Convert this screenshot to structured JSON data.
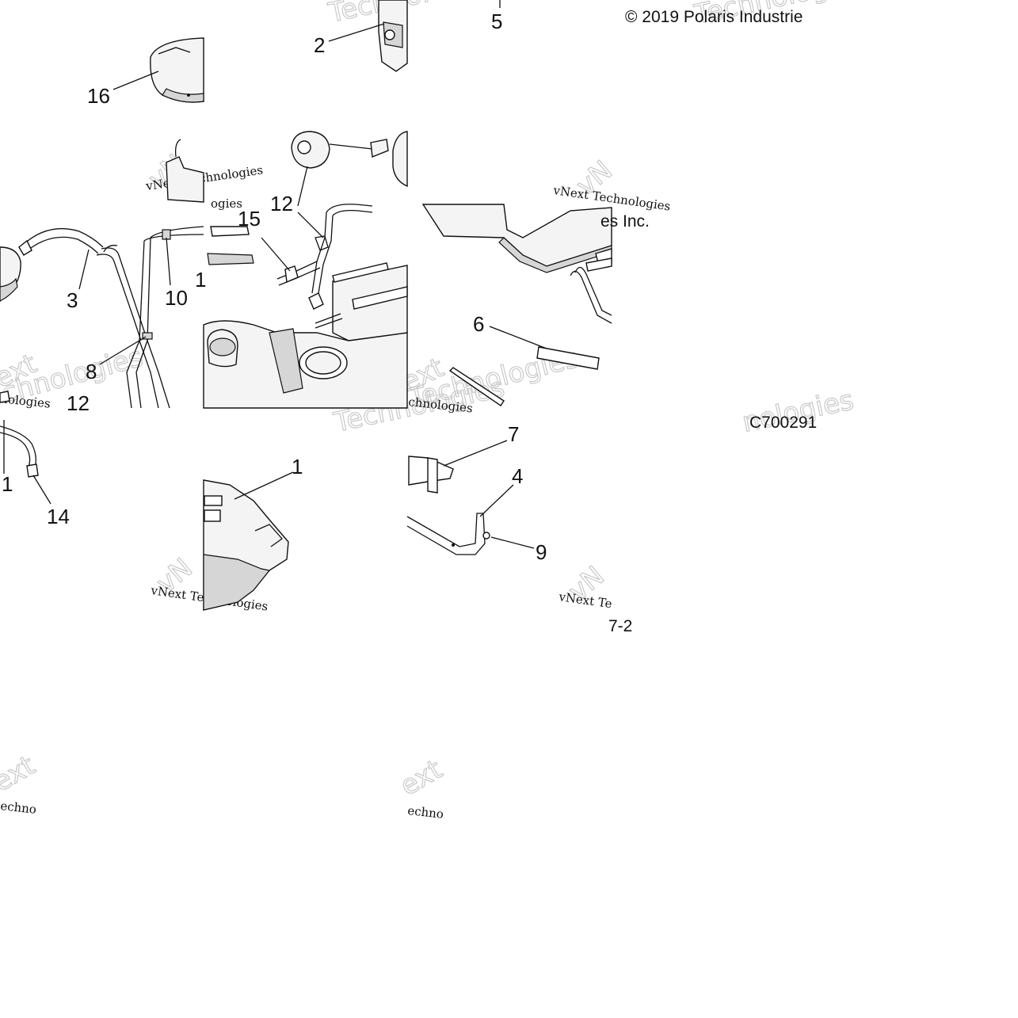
{
  "diagram": {
    "copyright": "© 2019 Polaris Industrie",
    "copyright_tail": "es Inc.",
    "figure_code": "C700291",
    "page_ref": "7-2",
    "watermark_line": "vNext Technologies",
    "watermark_fragments": {
      "technologies_upper": "Technologies",
      "technologies_mid": "Technologies",
      "chnologies": "chnologies",
      "ext_a": "ext",
      "ext_b": "ext",
      "nologies": "nologies",
      "vnext_short": "vNext Te",
      "vnext_corner_a": "vN",
      "vnext_corner_b": "vN",
      "techno_bottom_a": "echno",
      "techno_bottom_b": "echno",
      "ext_bottom_a": "ext",
      "ext_bottom_b": "ext",
      "ogies": "ogies",
      "technoi_top": "Technoi"
    },
    "callouts": [
      {
        "id": "c1",
        "label": "1"
      },
      {
        "id": "c2",
        "label": "2"
      },
      {
        "id": "c3",
        "label": "3"
      },
      {
        "id": "c4",
        "label": "4"
      },
      {
        "id": "c5",
        "label": "5"
      },
      {
        "id": "c6",
        "label": "6"
      },
      {
        "id": "c7",
        "label": "7"
      },
      {
        "id": "c8",
        "label": "8"
      },
      {
        "id": "c9",
        "label": "9"
      },
      {
        "id": "c10",
        "label": "10"
      },
      {
        "id": "c1b",
        "label": "1"
      },
      {
        "id": "c11",
        "label": "1"
      },
      {
        "id": "c12a",
        "label": "12"
      },
      {
        "id": "c12b",
        "label": "12"
      },
      {
        "id": "c14",
        "label": "14"
      },
      {
        "id": "c15",
        "label": "15"
      },
      {
        "id": "c16",
        "label": "16"
      }
    ]
  }
}
